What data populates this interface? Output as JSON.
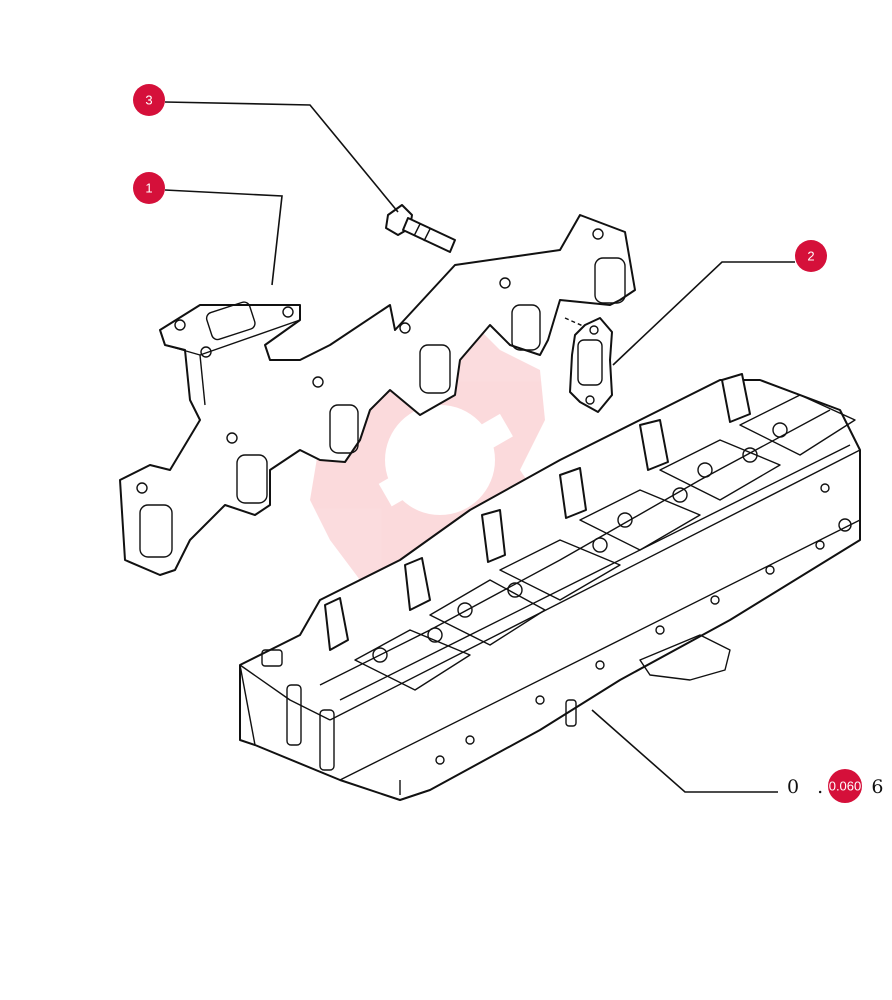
{
  "callouts": [
    {
      "id": "callout-1",
      "label": "1"
    },
    {
      "id": "callout-2",
      "label": "2"
    },
    {
      "id": "callout-3",
      "label": "3"
    }
  ],
  "reference": {
    "code": "0 . 0 6 0",
    "badge": "0.060"
  },
  "colors": {
    "callout": "#d5103a",
    "watermark": "#e8232f",
    "line": "#111111"
  }
}
